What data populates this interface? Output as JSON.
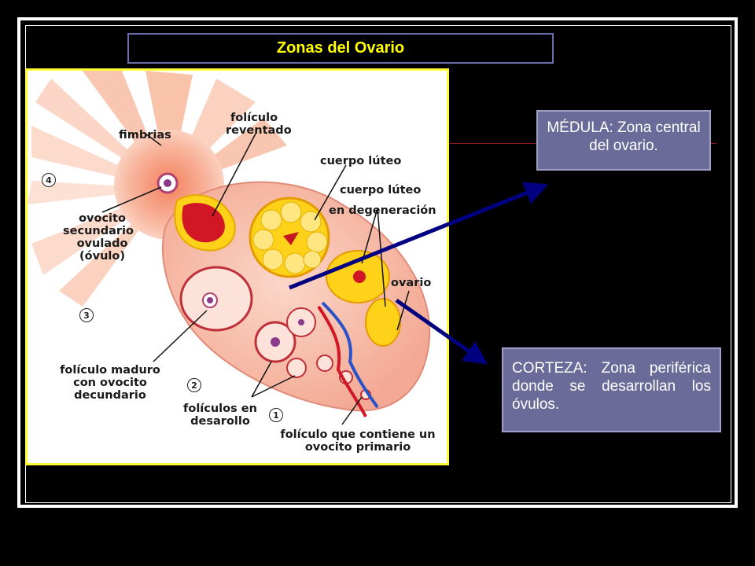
{
  "title": "Zonas del Ovario",
  "colors": {
    "title_text": "#ffff00",
    "box_fill": "#6b6b9a",
    "arrow": "#000080",
    "figure_border": "#ffff33"
  },
  "figure": {
    "labels": {
      "fimbrias": "fimbrias",
      "foliculo_reventado_1": "folículo",
      "foliculo_reventado_2": "reventado",
      "cuerpo_luteo": "cuerpo lúteo",
      "cuerpo_luteo_deg_1": "cuerpo lúteo",
      "cuerpo_luteo_deg_2": "en degeneración",
      "ovario": "ovario",
      "ovocito_1": "ovocito",
      "ovocito_2": "secundario",
      "ovocito_3": "ovulado",
      "ovocito_4": "(óvulo)",
      "maduro_1": "folículo maduro",
      "maduro_2": "con ovocito",
      "maduro_3": "decundario",
      "desarollo_1": "folículos en",
      "desarollo_2": "desarollo",
      "primario_1": "folículo que contiene un",
      "primario_2": "ovocito primario"
    },
    "numbers": {
      "n1": "1",
      "n2": "2",
      "n3": "3",
      "n4": "4"
    }
  },
  "callouts": {
    "medula": "MÉDULA: Zona central del ovario.",
    "corteza": "CORTEZA: Zona periférica donde se desarrollan los óvulos."
  }
}
